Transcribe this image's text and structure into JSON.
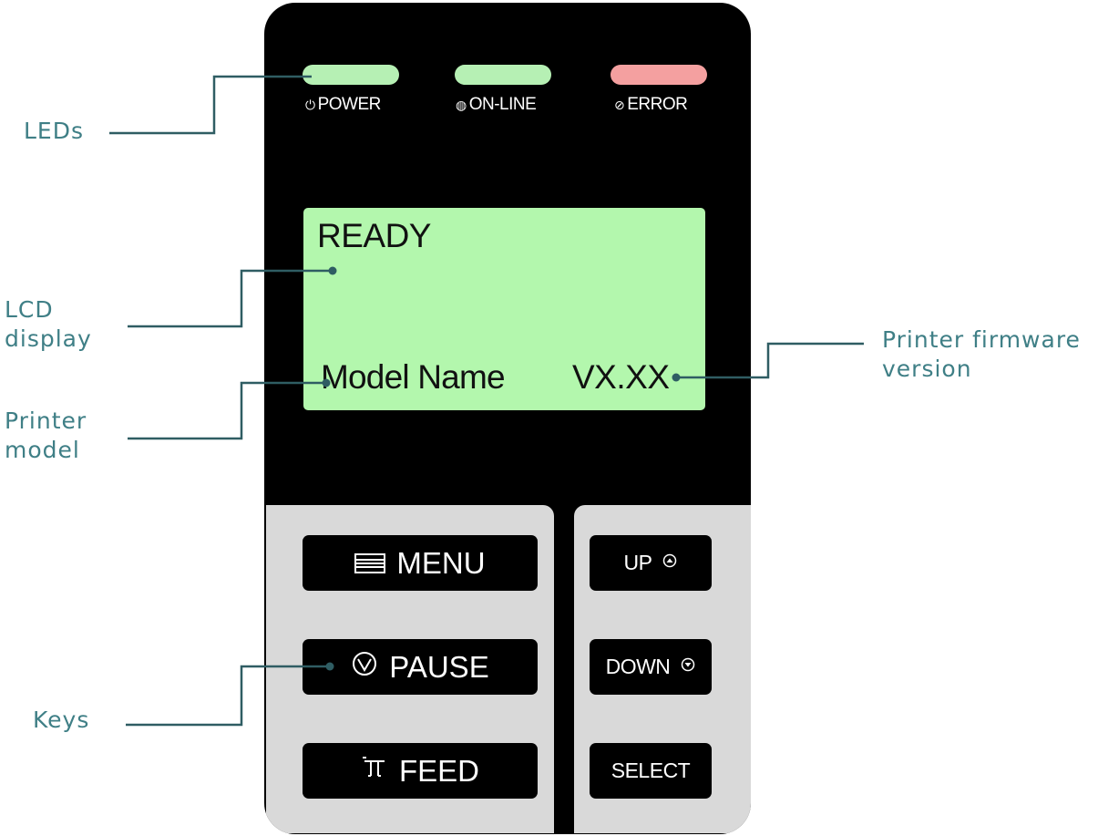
{
  "callouts": {
    "leds": "LEDs",
    "lcd_line1": "LCD",
    "lcd_line2": "display",
    "model_line1": "Printer",
    "model_line2": "model",
    "keys": "Keys",
    "fw_line1": "Printer firmware",
    "fw_line2": "version"
  },
  "leds": {
    "power": {
      "label": "POWER",
      "icon": "power-icon",
      "color": "#b6f0b4"
    },
    "online": {
      "label": "ON-LINE",
      "icon": "online-icon",
      "color": "#b6f0b4"
    },
    "error": {
      "label": "ERROR",
      "icon": "error-icon",
      "color": "#f4a0a0"
    }
  },
  "lcd": {
    "status": "READY",
    "model_name": "Model Name",
    "version": "VX.XX",
    "color": "#b3f7ad"
  },
  "keys": {
    "menu": {
      "label": "MENU",
      "icon": "menu-icon"
    },
    "pause": {
      "label": "PAUSE",
      "icon": "pause-icon"
    },
    "feed": {
      "label": "FEED",
      "icon": "feed-icon"
    },
    "up": {
      "label": "UP",
      "icon": "up-arrow-icon"
    },
    "down": {
      "label": "DOWN",
      "icon": "down-arrow-icon"
    },
    "select": {
      "label": "SELECT"
    }
  },
  "colors": {
    "callout_text": "#3f7f86",
    "leader_line": "#2f5d63",
    "panel": "#000000",
    "keypad": "#d9d9d9"
  }
}
